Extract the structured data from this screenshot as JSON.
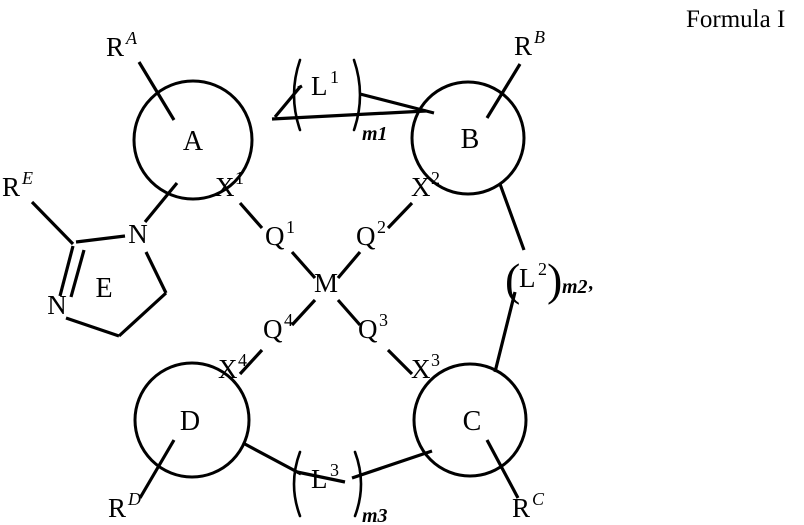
{
  "title": {
    "text": "Formula I"
  },
  "structure": {
    "name": "metal-complex-formula-i",
    "center_atom": "M",
    "rings": [
      {
        "id": "A",
        "label": "A",
        "substituent": "R",
        "substituent_sup": "A",
        "attachment": "X",
        "attachment_sup": "1"
      },
      {
        "id": "B",
        "label": "B",
        "substituent": "R",
        "substituent_sup": "B",
        "attachment": "X",
        "attachment_sup": "2"
      },
      {
        "id": "C",
        "label": "C",
        "substituent": "R",
        "substituent_sup": "C",
        "attachment": "X",
        "attachment_sup": "3"
      },
      {
        "id": "D",
        "label": "D",
        "substituent": "R",
        "substituent_sup": "D",
        "attachment": "X",
        "attachment_sup": "4"
      },
      {
        "id": "E",
        "label": "E",
        "substituent": "R",
        "substituent_sup": "E",
        "heteroatoms": [
          "N",
          "N"
        ]
      }
    ],
    "donors": [
      {
        "label": "Q",
        "sup": "1"
      },
      {
        "label": "Q",
        "sup": "2"
      },
      {
        "label": "Q",
        "sup": "3"
      },
      {
        "label": "Q",
        "sup": "4"
      }
    ],
    "linkers": [
      {
        "label": "L",
        "sup": "1",
        "subscript": "m1",
        "trailing": ""
      },
      {
        "label": "L",
        "sup": "2",
        "subscript": "m2",
        "trailing": ","
      },
      {
        "label": "L",
        "sup": "3",
        "subscript": "m3",
        "trailing": ""
      }
    ]
  },
  "labels": {
    "ring_a": "A",
    "ring_b": "B",
    "ring_c": "C",
    "ring_d": "D",
    "ring_e": "E",
    "center": "M",
    "r_base": "R",
    "x_base": "X",
    "q_base": "Q",
    "l_base": "L",
    "n_atom_1": "N",
    "n_atom_2": "N",
    "sup_a": "A",
    "sup_b": "B",
    "sup_c": "C",
    "sup_d": "D",
    "sup_e": "E",
    "sup_1": "1",
    "sup_2": "2",
    "sup_3": "3",
    "sup_4": "4",
    "sub_m1": "m1",
    "sub_m2": "m2",
    "sub_m3": "m3",
    "comma": ",",
    "paren_open": "(",
    "paren_close": ")"
  },
  "colors": {
    "ink": "#000000",
    "background": "#ffffff"
  }
}
